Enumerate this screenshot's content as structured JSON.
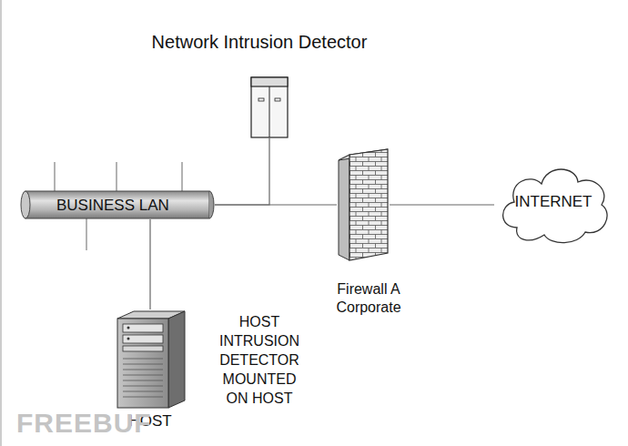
{
  "diagram": {
    "nodes": [
      {
        "text": [
          "Network Intrusion Detector"
        ]
      },
      {
        "text": [
          "BUSINESS LAN"
        ]
      },
      {
        "text": [
          "Firewall A Corporate"
        ]
      },
      {
        "text": [
          "INTERNET"
        ]
      },
      {
        "text": [
          "HOST",
          "HOST INTRUSION DETECTOR MOUNTED ON HOST"
        ]
      }
    ],
    "edges": [
      {
        "from": 1,
        "to": 2,
        "arrow": "none"
      },
      {
        "from": 2,
        "to": 3,
        "arrow": "none"
      },
      {
        "from": 1,
        "to": 4,
        "arrow": "none"
      },
      {
        "from": 0,
        "to": 1,
        "arrow": "none"
      }
    ],
    "labels": [
      "FREEBUF"
    ]
  }
}
